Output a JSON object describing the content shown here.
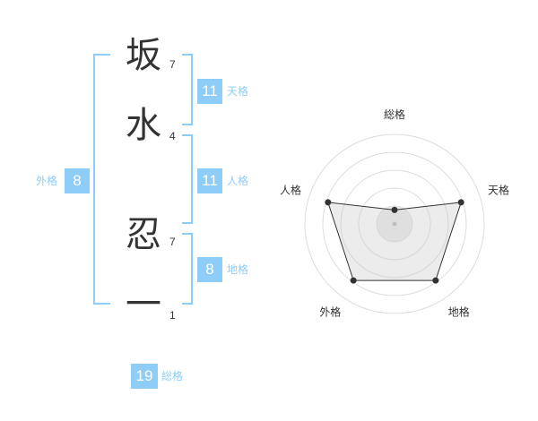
{
  "name_chars": [
    {
      "char": "坂",
      "strokes": "7"
    },
    {
      "char": "水",
      "strokes": "4"
    },
    {
      "char": "忍",
      "strokes": "7"
    },
    {
      "char": "一",
      "strokes": "1"
    }
  ],
  "kaku": {
    "tenkaku": {
      "value": "11",
      "label": "天格"
    },
    "jinkaku": {
      "value": "11",
      "label": "人格"
    },
    "chikaku": {
      "value": "8",
      "label": "地格"
    },
    "gaikaku": {
      "value": "8",
      "label": "外格"
    },
    "soukaku": {
      "value": "19",
      "label": "総格"
    }
  },
  "colors": {
    "accent": "#8ecdf7",
    "text": "#333333"
  },
  "chart_data": {
    "type": "radar",
    "axes": [
      "総格",
      "天格",
      "地格",
      "外格",
      "人格"
    ],
    "values": [
      1,
      5,
      5,
      5,
      5
    ],
    "max": 5,
    "grid": "concentric circles"
  }
}
